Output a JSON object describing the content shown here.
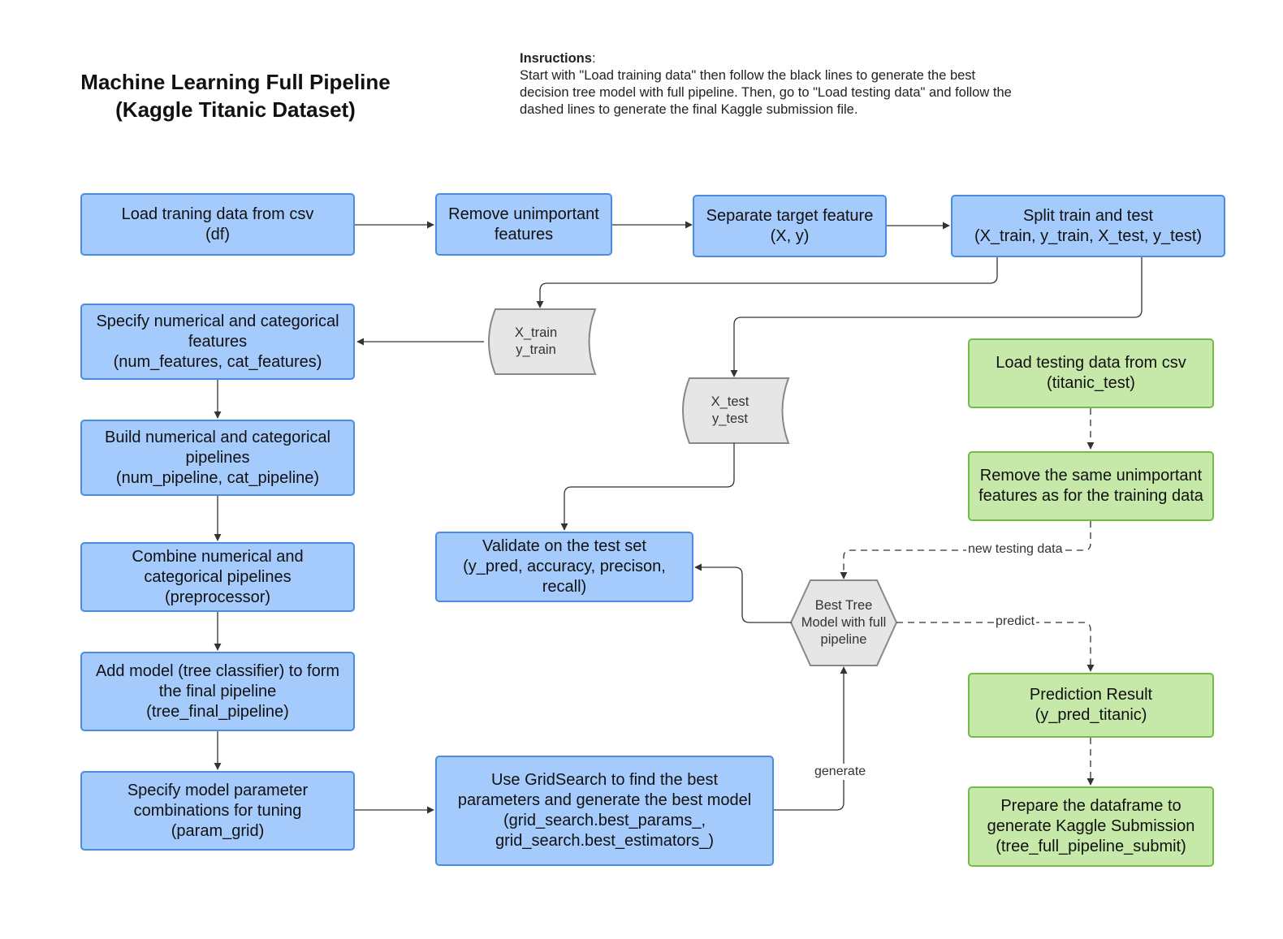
{
  "title": {
    "line1": "Machine Learning Full Pipeline",
    "line2": "(Kaggle Titanic Dataset)"
  },
  "instructions": {
    "heading": "Insructions",
    "colon": ":",
    "line1": "Start with \"Load training data\" then follow the black lines to generate the best",
    "line2": "decision tree model with full pipeline. Then, go to \"Load testing data\" and follow the",
    "line3": "dashed lines to generate the final Kaggle submission file."
  },
  "nodes": {
    "load_train": [
      "Load traning data from csv",
      "(df)"
    ],
    "remove_unimportant": [
      "Remove unimportant",
      "features"
    ],
    "separate_target": [
      "Separate target feature",
      "(X, y)"
    ],
    "split": [
      "Split train and test",
      "(X_train, y_train, X_test, y_test)"
    ],
    "xtrain_store": [
      "X_train",
      "y_train"
    ],
    "xtest_store": [
      "X_test",
      "y_test"
    ],
    "specify_features": [
      "Specify numerical and categorical",
      "features",
      "(num_features, cat_features)"
    ],
    "build_pipelines": [
      "Build numerical and categorical",
      "pipelines",
      "(num_pipeline, cat_pipeline)"
    ],
    "combine": [
      "Combine numerical and",
      "categorical pipelines",
      "(preprocessor)"
    ],
    "add_model": [
      "Add model (tree classifier) to form",
      "the final pipeline",
      "(tree_final_pipeline)"
    ],
    "param_grid": [
      "Specify model parameter",
      "combinations for tuning",
      "(param_grid)"
    ],
    "gridsearch": [
      "Use GridSearch to find the best",
      "parameters and generate the best model",
      "(grid_search.best_params_,",
      "grid_search.best_estimators_)"
    ],
    "validate": [
      "Validate on the test set",
      "(y_pred, accuracy, precison,",
      "recall)"
    ],
    "best_model": [
      "Best Tree",
      "Model with full",
      "pipeline"
    ],
    "load_test": [
      "Load testing data from csv",
      "(titanic_test)"
    ],
    "remove_same": [
      "Remove the same unimportant",
      "features as for the training data"
    ],
    "prediction": [
      "Prediction Result",
      "(y_pred_titanic)"
    ],
    "prepare": [
      "Prepare the dataframe to",
      "generate Kaggle Submission",
      "(tree_full_pipeline_submit)"
    ]
  },
  "edge_labels": {
    "new_testing_data": "new testing data",
    "predict": "predict",
    "generate": "generate"
  },
  "colors": {
    "process_fill": "#a5cbfc",
    "process_border": "#4a8de0",
    "test_fill": "#c6e9a9",
    "test_border": "#74bb48",
    "store_fill": "#e6e6e6",
    "store_border": "#888888",
    "line": "#333333"
  }
}
